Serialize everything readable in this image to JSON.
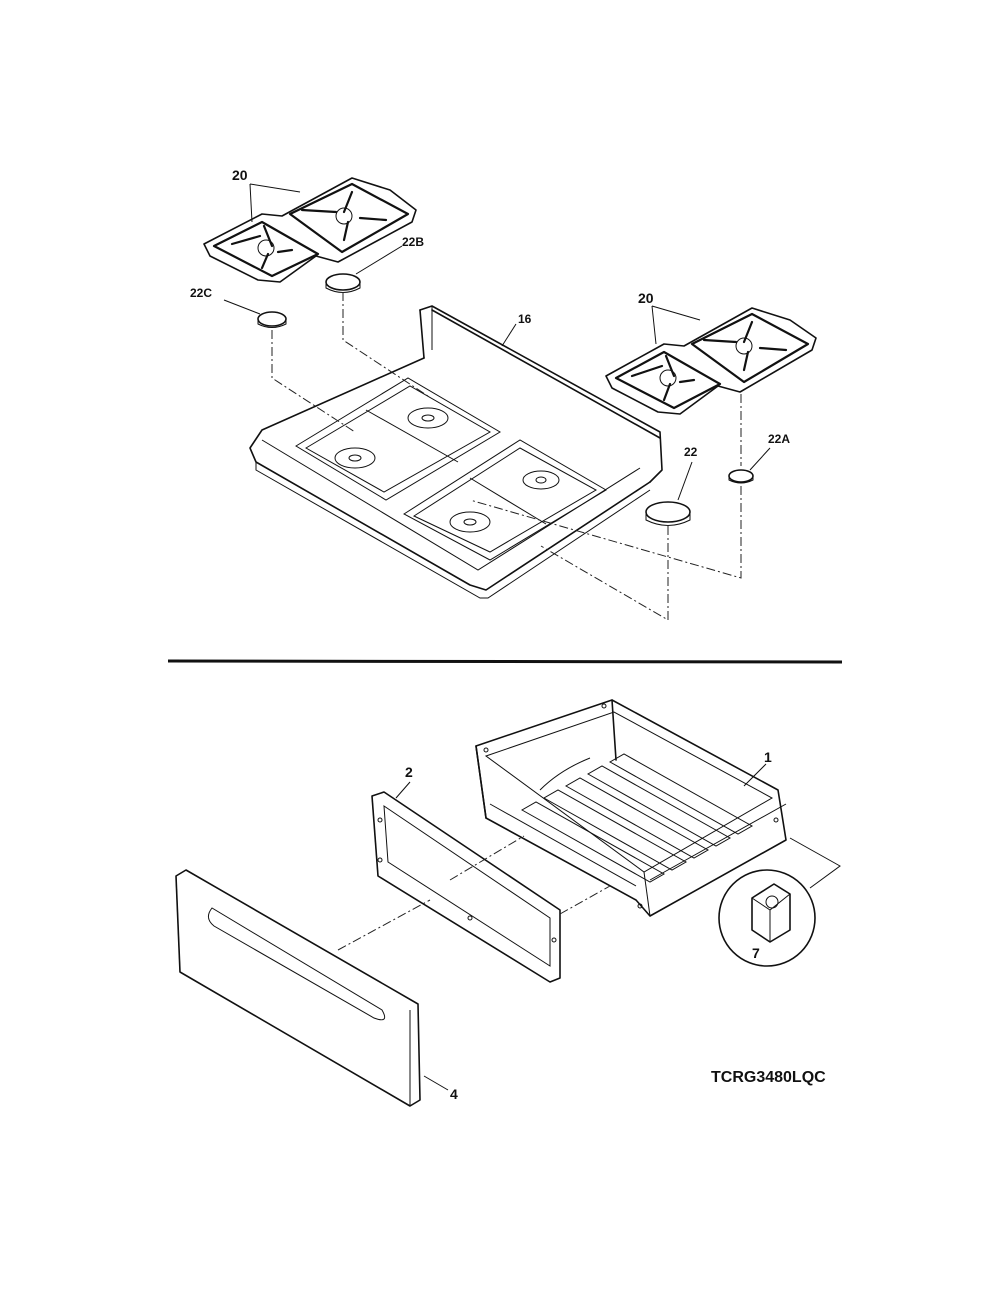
{
  "labels": {
    "grate_left": "20",
    "grate_right": "20",
    "cap_22": "22",
    "cap_22a": "22A",
    "cap_22b": "22B",
    "cap_22c": "22C",
    "cooktop": "16",
    "drawer_body": "1",
    "drawer_frame": "2",
    "drawer_front": "4",
    "roller": "7"
  },
  "model_number": "TCRG3480LQC"
}
